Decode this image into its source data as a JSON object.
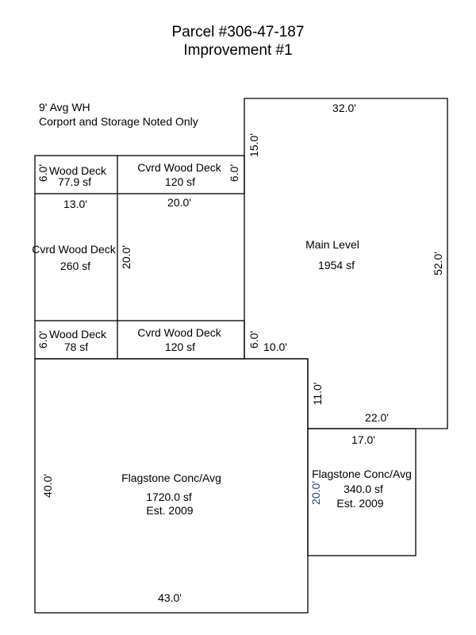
{
  "header": {
    "parcel": "Parcel #306-47-187",
    "improvement": "Improvement #1"
  },
  "notes": {
    "line1": "9' Avg WH",
    "line2": "Corport and Storage Noted Only"
  },
  "areas": {
    "main_level": {
      "name": "Main Level",
      "area": "1954 sf"
    },
    "wood_deck_top": {
      "name": "Wood Deck",
      "area": "77.9 sf"
    },
    "cvrd_deck_top": {
      "name": "Cvrd Wood Deck",
      "area": "120 sf"
    },
    "cvrd_deck_left": {
      "name": "Cvrd Wood Deck",
      "area": "260 sf"
    },
    "wood_deck_mid": {
      "name": "Wood Deck",
      "area": "78 sf"
    },
    "cvrd_deck_mid": {
      "name": "Cvrd Wood Deck",
      "area": "120 sf"
    },
    "flagstone_large": {
      "name": "Flagstone Conc/Avg",
      "area": "1720.0 sf",
      "est": "Est. 2009"
    },
    "flagstone_small": {
      "name": "Flagstone Conc/Avg",
      "area": "340.0 sf",
      "est": "Est. 2009"
    }
  },
  "dimensions": {
    "main_top": "32.0'",
    "main_right": "52.0'",
    "main_left_upper": "15.0'",
    "deck_top_height_left": "6.0'",
    "deck_top_height_right": "6.0'",
    "deck_top_left_width": "13.0'",
    "deck_top_right_width": "20.0'",
    "deck_left_height": "20.0'",
    "deck_mid_height_left": "6.0'",
    "deck_mid_height_right": "6.0'",
    "main_step": "10.0'",
    "main_lower_left": "11.0'",
    "main_bottom": "22.0'",
    "flag_small_top": "17.0'",
    "flag_small_left": "20.0'",
    "flag_large_left": "40.0'",
    "flag_large_bottom": "43.0'"
  },
  "colors": {
    "line": "#000000",
    "blue_label": "#1a3d8f"
  }
}
